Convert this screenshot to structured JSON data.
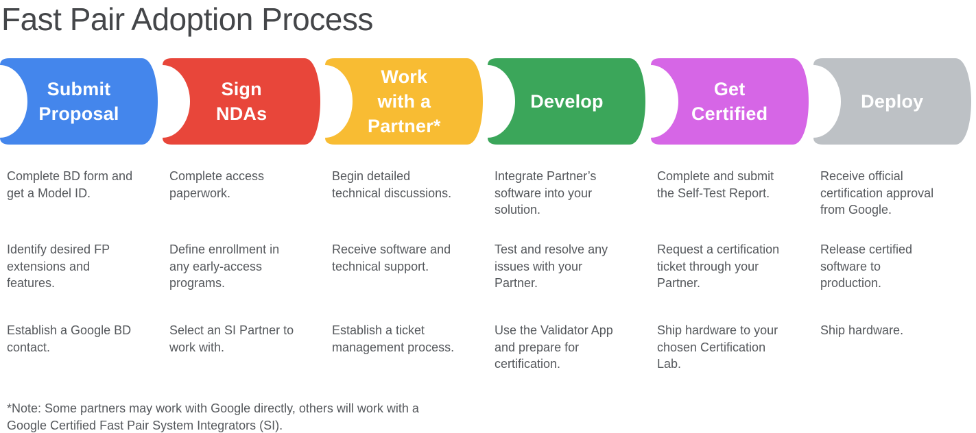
{
  "title": "Fast Pair Adoption Process",
  "stages": [
    {
      "label": "Submit\nProposal",
      "color": "#4486EC",
      "steps": [
        "Complete BD form and\nget a Model ID.",
        "Identify desired FP\nextensions and\nfeatures.",
        "Establish a Google BD\ncontact."
      ]
    },
    {
      "label": "Sign\nNDAs",
      "color": "#E8463A",
      "steps": [
        "Complete access\npaperwork.",
        "Define enrollment in\nany early-access\nprograms.",
        "Select an SI Partner to\nwork with."
      ]
    },
    {
      "label": "Work\nwith a\nPartner*",
      "color": "#F8BC33",
      "steps": [
        "Begin detailed\ntechnical discussions.",
        "Receive software and\ntechnical support.",
        "Establish a ticket\nmanagement process."
      ]
    },
    {
      "label": "Develop",
      "color": "#3BA65A",
      "steps": [
        "Integrate Partner’s\nsoftware into your\nsolution.",
        "Test and resolve any\nissues with your\nPartner.",
        "Use the Validator App\nand prepare for\ncertification."
      ]
    },
    {
      "label": "Get\nCertified",
      "color": "#D666E6",
      "steps": [
        "Complete and submit\nthe Self-Test Report.",
        "Request a certification\nticket through your\nPartner.",
        "Ship hardware to your\nchosen Certification\nLab."
      ]
    },
    {
      "label": "Deploy",
      "color": "#BDC1C5",
      "steps": [
        "Receive official\ncertification approval\nfrom Google.",
        "Release certified\nsoftware to\nproduction.",
        "Ship hardware."
      ]
    }
  ],
  "note": "*Note: Some partners may work with Google directly, others will work with a\nGoogle Certified Fast Pair System Integrators (SI)."
}
